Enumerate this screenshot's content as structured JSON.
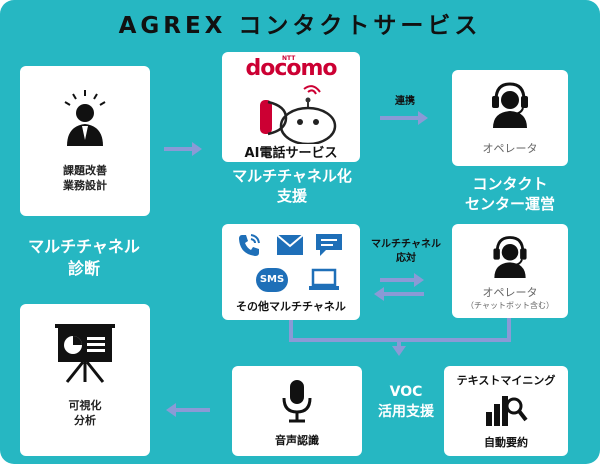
{
  "title": "AGREX コンタクトサービス",
  "left": {
    "top_label": "課題改善\n業務設計",
    "middle_label": "マルチチャネル\n診断",
    "bottom_label": "可視化\n分析"
  },
  "center": {
    "brand_small": "NTT",
    "brand": "docomo",
    "ai_service": "AI電話サービス",
    "multichannel_support": "マルチチャネル化\n支援",
    "other_channels": "その他マルチチャネル",
    "sms": "SMS"
  },
  "arrows": {
    "renkei": "連携",
    "multichannel_taiou": "マルチチャネル\n応対"
  },
  "right": {
    "operator1": "オペレータ",
    "contact_center": "コンタクト\nセンター運営",
    "operator2": "オペレータ",
    "operator2_note": "（チャットボット含む）"
  },
  "bottom": {
    "voc": "VOC\n活用支援",
    "voice_recognition": "音声認識",
    "text_mining": "テキストマイニング",
    "auto_summary": "自動要約"
  },
  "colors": {
    "background": "#26b7c2",
    "arrow": "#8a9ad6",
    "docomo_red": "#cc0033"
  }
}
